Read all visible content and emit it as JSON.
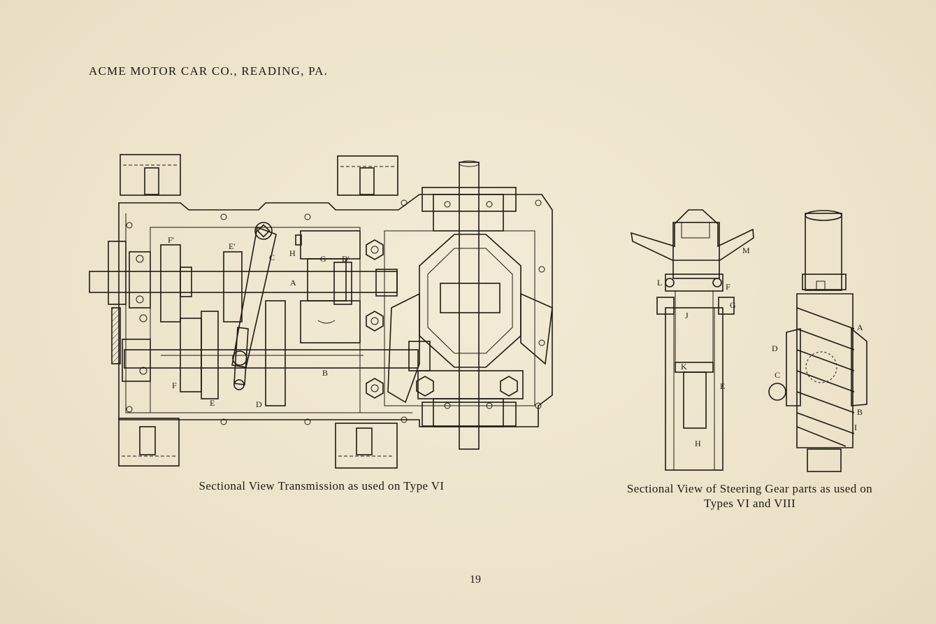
{
  "header": "ACME MOTOR CAR CO., READING, PA.",
  "figures": {
    "transmission": {
      "caption": "Sectional View Transmission as used on Type VI",
      "labels": {
        "F1": "F'",
        "E1": "E'",
        "C": "C",
        "H": "H",
        "G": "G",
        "D1": "D'",
        "A": "A",
        "B": "B",
        "F": "F",
        "E": "E",
        "D": "D"
      }
    },
    "steering": {
      "caption": "Sectional View of Steering Gear parts as used on Types VI and VIII",
      "labels": {
        "M": "M",
        "L": "L",
        "F": "F",
        "G": "G",
        "J": "J",
        "K": "K",
        "E": "E",
        "H": "H",
        "A": "A",
        "D": "D",
        "C": "C",
        "B": "B",
        "I": "I"
      }
    }
  },
  "page_number": "19"
}
